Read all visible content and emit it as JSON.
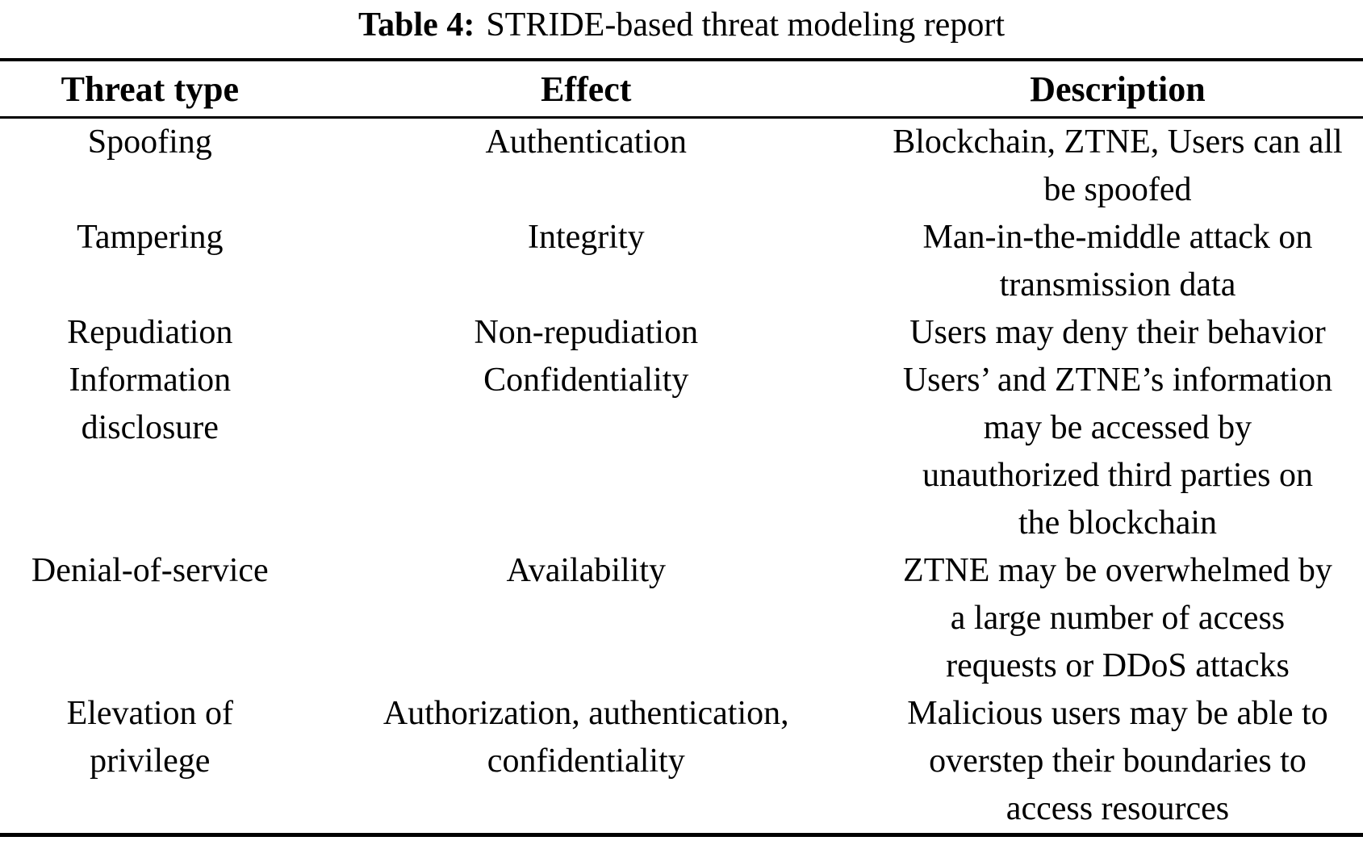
{
  "caption": {
    "label": "Table 4:",
    "text": "STRIDE-based threat modeling report"
  },
  "table": {
    "columns": [
      "Threat type",
      "Effect",
      "Description"
    ],
    "rows": [
      {
        "threat": "Spoofing",
        "effect": "Authentication",
        "description": "Blockchain, ZTNE, Users can all\nbe spoofed"
      },
      {
        "threat": "Tampering",
        "effect": "Integrity",
        "description": "Man-in-the-middle attack on\ntransmission data"
      },
      {
        "threat": "Repudiation",
        "effect": "Non-repudiation",
        "description": "Users may deny their behavior"
      },
      {
        "threat": "Information\ndisclosure",
        "effect": "Confidentiality",
        "description": "Users’ and ZTNE’s information\nmay be accessed by\nunauthorized third parties on\nthe blockchain"
      },
      {
        "threat": "Denial-of-service",
        "effect": "Availability",
        "description": "ZTNE may be overwhelmed by\na large number of access\nrequests or DDoS attacks"
      },
      {
        "threat": "Elevation of\nprivilege",
        "effect": "Authorization, authentication,\nconfidentiality",
        "description": "Malicious users may be able to\noverstep their boundaries to\naccess resources"
      }
    ]
  },
  "colors": {
    "text": "#000000",
    "background": "#ffffff",
    "rule": "#000000"
  }
}
